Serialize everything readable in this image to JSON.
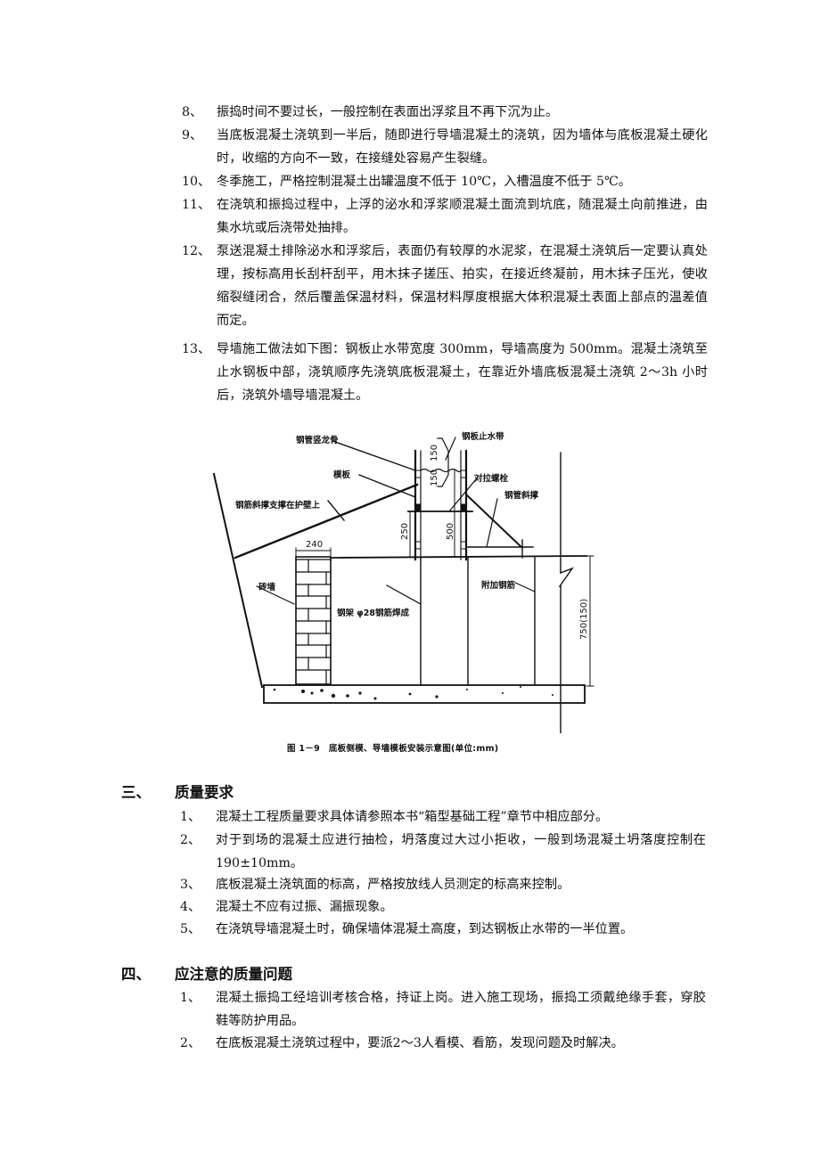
{
  "intro_items": [
    {
      "num": "8、",
      "text": "振捣时间不要过长，一般控制在表面出浮浆且不再下沉为止。"
    },
    {
      "num": "9、",
      "text": "当底板混凝土浇筑到一半后，随即进行导墙混凝土的浇筑，因为墙体与底板混凝土硬化时，收缩的方向不一致，在接缝处容易产生裂缝。"
    },
    {
      "num": "10、",
      "text": "冬季施工，严格控制混凝土出罐温度不低于 10℃，入槽温度不低于 5℃。"
    },
    {
      "num": "11、",
      "text": "在浇筑和振捣过程中，上浮的泌水和浮浆顺混凝土面流到坑底，随混凝土向前推进，由集水坑或后浇带处抽排。"
    },
    {
      "num": "12、",
      "text": "泵送混凝土排除泌水和浮浆后，表面仍有较厚的水泥浆，在混凝土浇筑后一定要认真处理，按标高用长刮杆刮平，用木抹子搓压、拍实，在接近终凝前，用木抹子压光，使收缩裂缝闭合，然后覆盖保温材料，保温材料厚度根据大体积混凝土表面上部点的温差值而定。"
    },
    {
      "num": "13、",
      "text": "导墙施工做法如下图：钢板止水带宽度 300mm，导墙高度为 500mm。混凝土浇筑至止水钢板中部，浇筑顺序先浇筑底板混凝土，在靠近外墙底板混凝土浇筑 2～3h 小时后，浇筑外墙导墙混凝土。"
    }
  ],
  "figure": {
    "labels": {
      "steel_pipe_keel": "钢管竖龙骨",
      "steel_waterstop": "钢板止水带",
      "formwork": "模板",
      "tie_bolt": "对拉螺栓",
      "rebar_brace": "钢筋斜撑支撑在护壁上",
      "steel_pipe_brace": "钢管斜撑",
      "brick_wall": "砖墙",
      "steel_frame": "钢架 φ28钢筋焊成",
      "additional_rebar": "附加钢筋"
    },
    "dimensions": {
      "brick_width": "240",
      "waterstop_upper": "150",
      "waterstop_lower": "150",
      "height_250": "250",
      "height_500": "500",
      "slab_thickness": "750(150)"
    },
    "caption": "图 1－9　底板侧模、导墙模板安装示意图(单位:mm)"
  },
  "section3": {
    "num": "三、",
    "title": "质量要求",
    "items": [
      {
        "num": "1、",
        "text": "混凝土工程质量要求具体请参照本书“箱型基础工程”章节中相应部分。"
      },
      {
        "num": "2、",
        "text": "对于到场的混凝土应进行抽检，坍落度过大过小拒收，一般到场混凝土坍落度控制在190±10mm。"
      },
      {
        "num": "3、",
        "text": "底板混凝土浇筑面的标高，严格按放线人员测定的标高来控制。"
      },
      {
        "num": "4、",
        "text": "混凝土不应有过振、漏振现象。"
      },
      {
        "num": "5、",
        "text": "在浇筑导墙混凝土时，确保墙体混凝土高度，到达钢板止水带的一半位置。"
      }
    ]
  },
  "section4": {
    "num": "四、",
    "title": "应注意的质量问题",
    "items": [
      {
        "num": "1、",
        "text": "混凝土振捣工经培训考核合格，持证上岗。进入施工现场，振捣工须戴绝缘手套，穿胶鞋等防护用品。"
      },
      {
        "num": "2、",
        "text": "在底板混凝土浇筑过程中，要派2～3人看模、看筋，发现问题及时解决。"
      }
    ]
  }
}
